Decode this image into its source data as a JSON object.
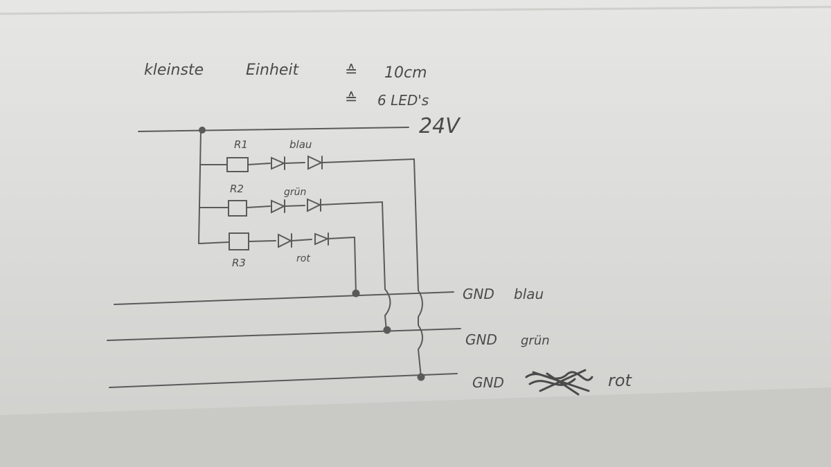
{
  "notes": {
    "line1_left": "kleinste",
    "line1_mid": "Einheit",
    "line1_eq": "≙",
    "line1_right": "10cm",
    "line2_eq": "≙",
    "line2_right": "6 LED's",
    "voltage": "24V"
  },
  "branches": [
    {
      "resistor": "R1",
      "color": "blau"
    },
    {
      "resistor": "R2",
      "color": "grün"
    },
    {
      "resistor": "R3",
      "color": "rot"
    }
  ],
  "grounds": [
    {
      "label": "GND",
      "color": "blau"
    },
    {
      "label": "GND",
      "color": "grün"
    },
    {
      "label": "GND",
      "color": "rot"
    }
  ],
  "colors": {
    "paper": "#e2e2e0",
    "pencil": "#5a5a5a"
  }
}
